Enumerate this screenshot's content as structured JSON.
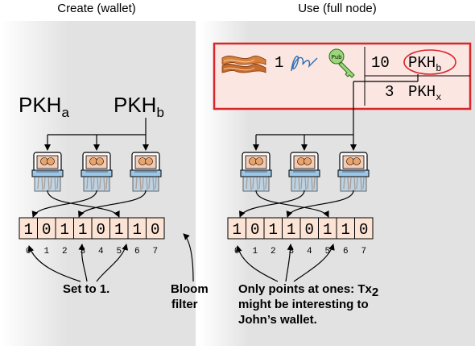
{
  "left_panel": {
    "title": "Create (wallet)",
    "pkh_a": "PKH",
    "pkh_a_sub": "a",
    "pkh_b": "PKH",
    "pkh_b_sub": "b",
    "bits": [
      "1",
      "0",
      "1",
      "1",
      "0",
      "1",
      "1",
      "0"
    ],
    "indices": [
      "0",
      "1",
      "2",
      "3",
      "4",
      "5",
      "6",
      "7"
    ],
    "caption": "Set to 1.",
    "bloom_line1": "Bloom",
    "bloom_line2": "filter"
  },
  "right_panel": {
    "title": "Use (full node)",
    "tx": {
      "input_amount": "1",
      "output1_amount": "10",
      "output1_pkh": "PKH",
      "output1_sub": "b",
      "output2_amount": "3",
      "output2_pkh": "PKH",
      "output2_sub": "x",
      "key_label": "Pub"
    },
    "bits": [
      "1",
      "0",
      "1",
      "1",
      "0",
      "1",
      "1",
      "0"
    ],
    "indices": [
      "0",
      "1",
      "2",
      "3",
      "4",
      "5",
      "6",
      "7"
    ],
    "caption_line1": "Only points at ones: Tx",
    "caption_line1_sub": "2",
    "caption_line2": "might be interesting to",
    "caption_line3": "John’s wallet."
  },
  "colors": {
    "panel_bg": "#e2e2e2",
    "cell_fill": "#fbe3d5",
    "tx_fill": "#fbe6e2",
    "tx_border": "#d9262b",
    "highlight": "#d9262b"
  },
  "icons": {
    "shredder": "shredder-icon",
    "bacon": "bacon-icon",
    "signature": "signature-icon",
    "key": "public-key-icon"
  }
}
